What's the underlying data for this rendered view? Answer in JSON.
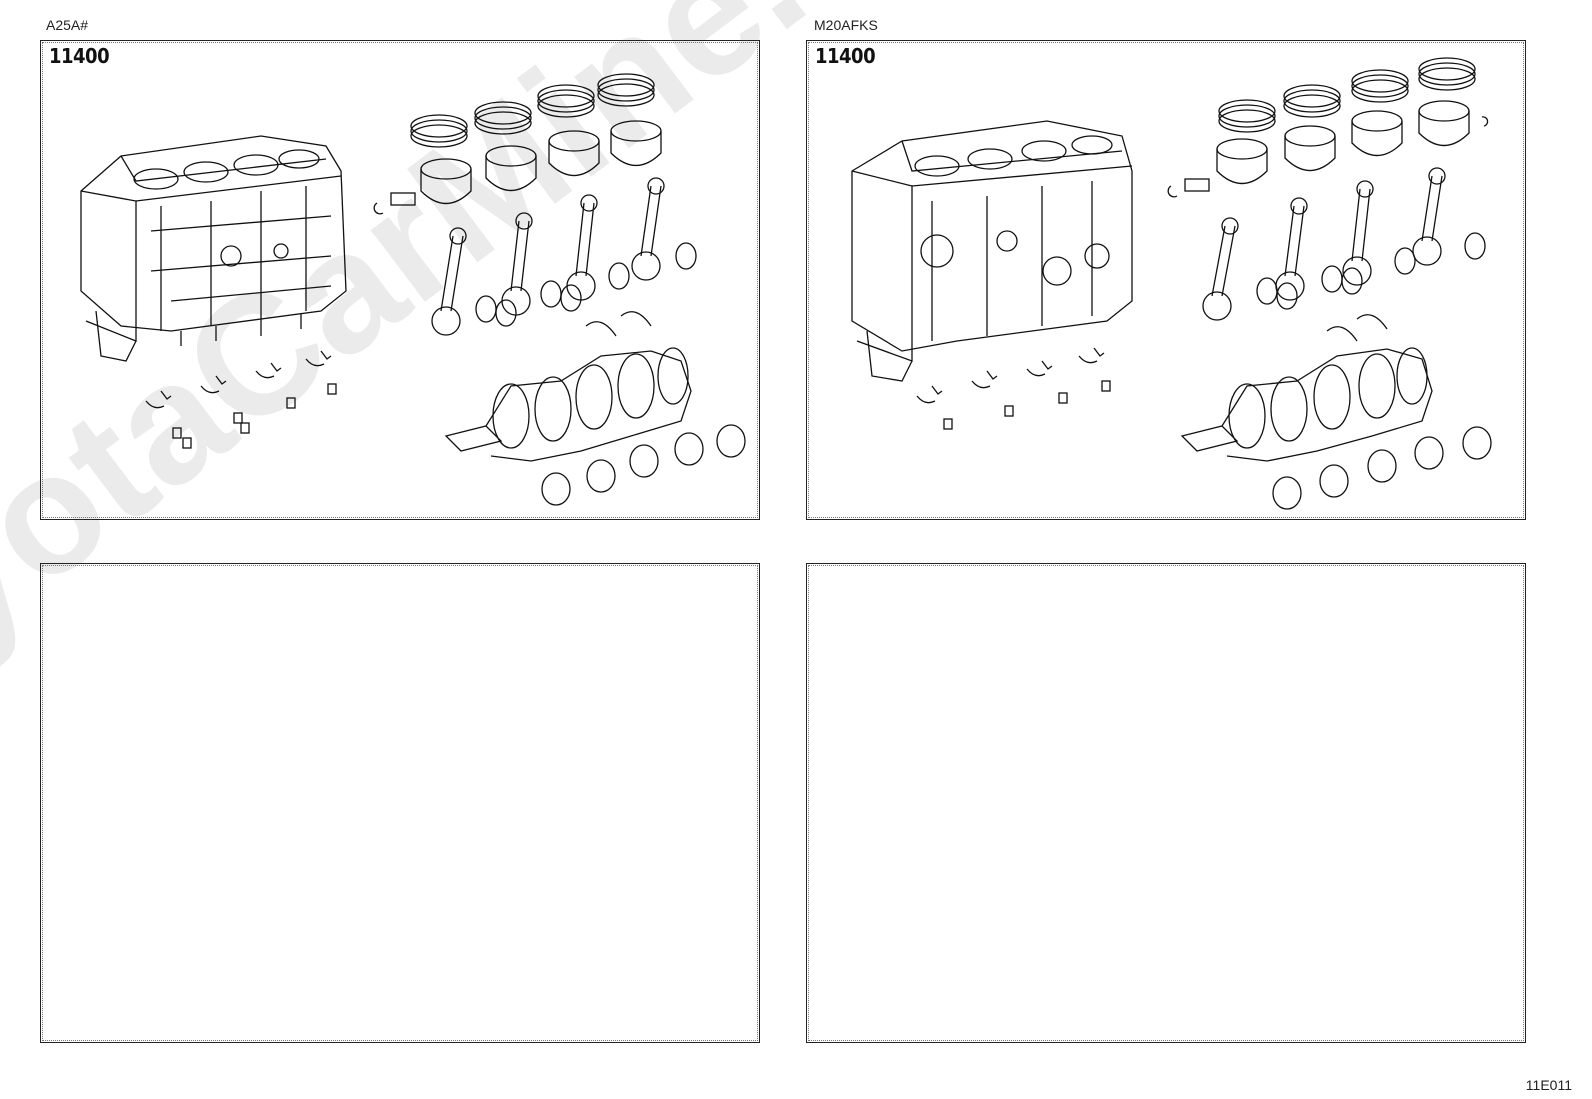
{
  "watermark": "ToyotaCarMine.ru",
  "panels": [
    {
      "engine": "A25A#",
      "code": "11400"
    },
    {
      "engine": "M20AFKS",
      "code": "11400"
    },
    {
      "engine": "",
      "code": ""
    },
    {
      "engine": "",
      "code": ""
    }
  ],
  "sheet_code": "11E011",
  "icons": {
    "engine_block": "cylinder-block-icon",
    "piston": "piston-icon",
    "piston_rings": "piston-ring-set-icon",
    "connecting_rod": "connecting-rod-icon",
    "crankshaft": "crankshaft-icon",
    "bearing": "bearing-shell-icon",
    "bolt": "bolt-icon"
  }
}
